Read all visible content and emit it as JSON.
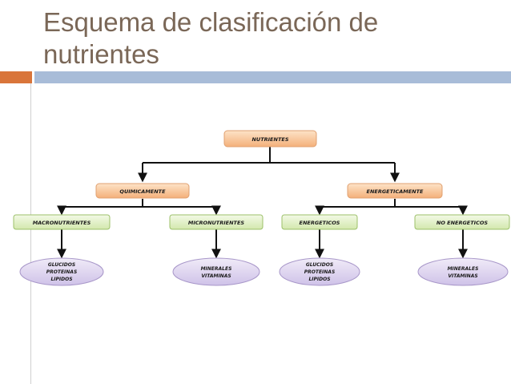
{
  "slide": {
    "title": "Esquema de clasificación de nutrientes"
  },
  "diagram": {
    "root": "NUTRIENTES",
    "branches": [
      {
        "label": "QUIMICAMENTE",
        "children": [
          {
            "label": "MACRONUTRIENTES",
            "leaf": [
              "GLUCIDOS",
              "PROTEINAS",
              "LIPIDOS"
            ]
          },
          {
            "label": "MICRONUTRIENTES",
            "leaf": [
              "MINERALES",
              "VITAMINAS"
            ]
          }
        ]
      },
      {
        "label": "ENERGETICAMENTE",
        "children": [
          {
            "label": "ENERGETICOS",
            "leaf": [
              "GLUCIDOS",
              "PROTEINAS",
              "LIPIDOS"
            ]
          },
          {
            "label": "NO ENERGETICOS",
            "leaf": [
              "MINERALES",
              "VITAMINAS"
            ]
          }
        ]
      }
    ],
    "colors": {
      "root_fill": "#f8c89a",
      "branch_fill": "#f8c89a",
      "category_fill": "#e3f0c8",
      "category_stroke": "#9cc06a",
      "leaf_fill": "#ddd3ee",
      "leaf_stroke": "#a897c9",
      "connector": "#111111"
    }
  }
}
